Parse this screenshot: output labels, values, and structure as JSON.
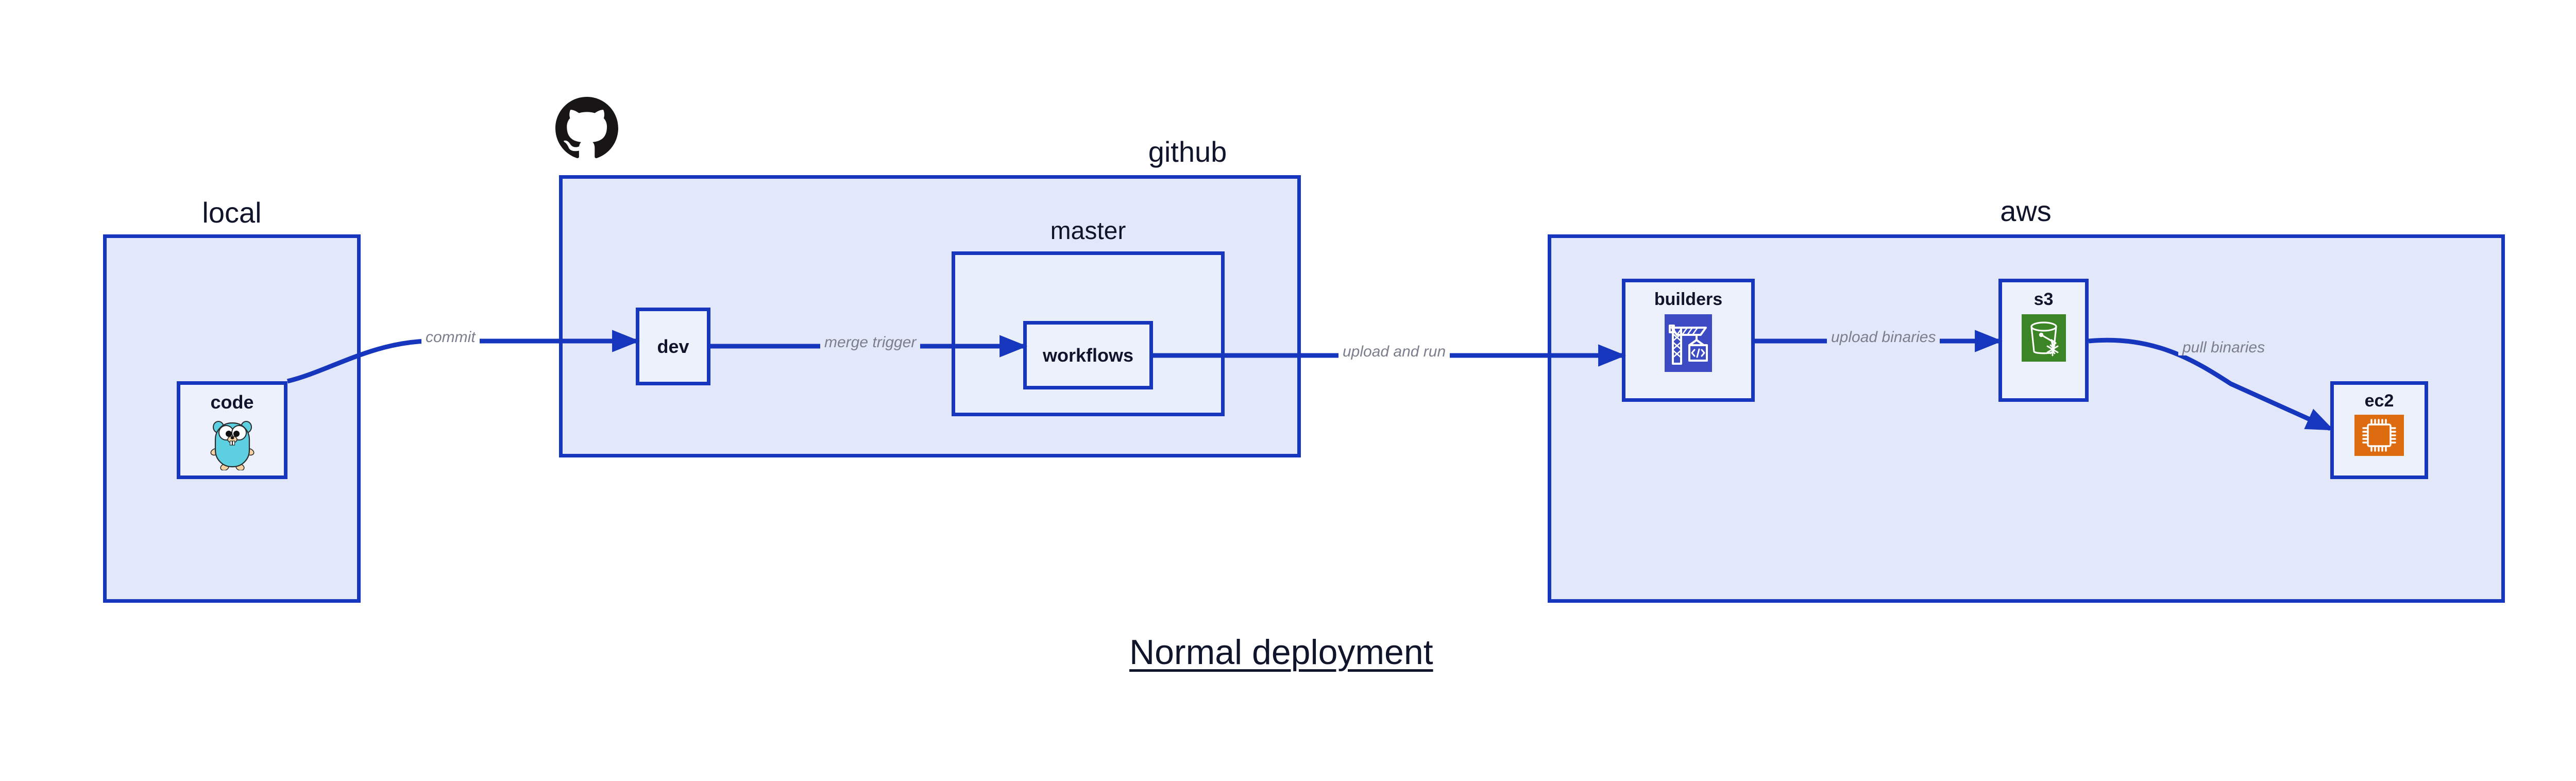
{
  "diagram": {
    "title": "Normal deployment",
    "accent_border": "#1636bd",
    "zone_fill": "#e2e7fa",
    "node_fill": "#edf1fc",
    "label_color": "#11152c",
    "edge_label_color": "#7b7f8c"
  },
  "zones": [
    {
      "id": "local",
      "label": "local",
      "label_position": "top-center"
    },
    {
      "id": "github",
      "label": "github",
      "label_position": "top-right"
    },
    {
      "id": "aws",
      "label": "aws",
      "label_position": "top-right"
    }
  ],
  "subzones": [
    {
      "id": "master",
      "label": "master",
      "parent": "github",
      "label_position": "top-center"
    }
  ],
  "nodes": [
    {
      "id": "code",
      "label": "code",
      "zone": "local",
      "icon": "go-gopher-icon",
      "icon_color": "#5ccfe0"
    },
    {
      "id": "dev",
      "label": "dev",
      "zone": "github",
      "icon": null,
      "icon_color": null
    },
    {
      "id": "workflows",
      "label": "workflows",
      "zone": "master",
      "icon": null,
      "icon_color": null
    },
    {
      "id": "builders",
      "label": "builders",
      "zone": "aws",
      "icon": "aws-codebuild-icon",
      "icon_color": "#3c4bc4"
    },
    {
      "id": "s3",
      "label": "s3",
      "zone": "aws",
      "icon": "aws-s3-glacier-icon",
      "icon_color": "#3c8527"
    },
    {
      "id": "ec2",
      "label": "ec2",
      "zone": "aws",
      "icon": "aws-ec2-icon",
      "icon_color": "#dd6b10"
    }
  ],
  "edges": [
    {
      "id": "commit",
      "from": "code",
      "to": "dev",
      "label": "commit",
      "style": "curved"
    },
    {
      "id": "merge-trigger",
      "from": "dev",
      "to": "workflows",
      "label": "merge trigger",
      "style": "straight"
    },
    {
      "id": "upload-and-run",
      "from": "workflows",
      "to": "builders",
      "label": "upload and run",
      "style": "straight"
    },
    {
      "id": "upload-binaries",
      "from": "builders",
      "to": "s3",
      "label": "upload binaries",
      "style": "straight"
    },
    {
      "id": "pull-binaries",
      "from": "s3",
      "to": "ec2",
      "label": "pull binaries",
      "style": "curved"
    }
  ],
  "logos": [
    {
      "id": "github-octocat",
      "name": "github-logo-icon",
      "color": "#171515"
    }
  ]
}
